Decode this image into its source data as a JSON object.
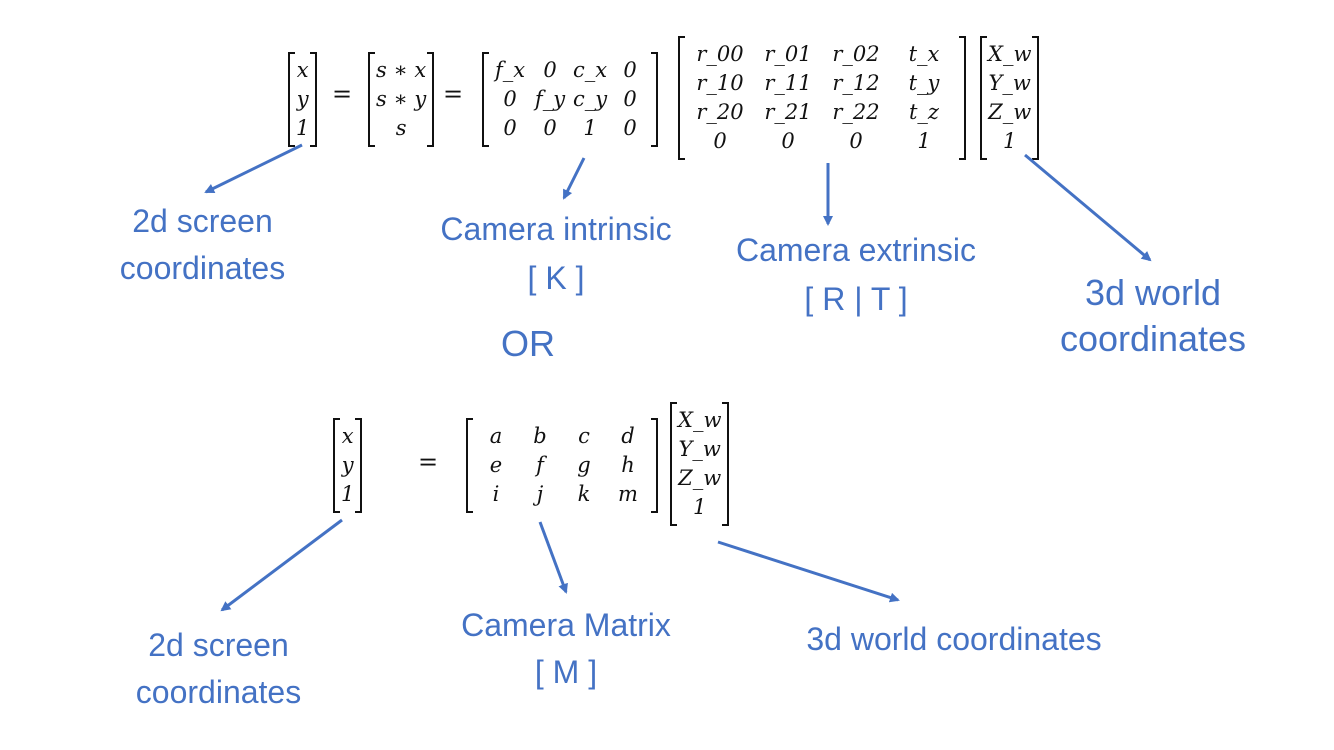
{
  "eq1": {
    "lhs": [
      "x",
      "y",
      "1"
    ],
    "homog": [
      "s ∗ x",
      "s ∗ y",
      "s"
    ],
    "intrinsic": [
      [
        "f_x",
        "0",
        "c_x",
        "0"
      ],
      [
        "0",
        "f_y",
        "c_y",
        "0"
      ],
      [
        "0",
        "0",
        "1",
        "0"
      ]
    ],
    "extrinsic": [
      [
        "r_00",
        "r_01",
        "r_02",
        "t_x"
      ],
      [
        "r_10",
        "r_11",
        "r_12",
        "t_y"
      ],
      [
        "r_20",
        "r_21",
        "r_22",
        "t_z"
      ],
      [
        "0",
        "0",
        "0",
        "1"
      ]
    ],
    "world": [
      "X_w",
      "Y_w",
      "Z_w",
      "1"
    ],
    "equals": "="
  },
  "eq2": {
    "lhs": [
      "x",
      "y",
      "1"
    ],
    "camera": [
      [
        "a",
        "b",
        "c",
        "d"
      ],
      [
        "e",
        "f",
        "g",
        "h"
      ],
      [
        "i",
        "j",
        "k",
        "m"
      ]
    ],
    "world": [
      "X_w",
      "Y_w",
      "Z_w",
      "1"
    ],
    "equals": "="
  },
  "labels": {
    "screen1_line1": "2d screen",
    "screen1_line2": "coordinates",
    "intrinsic_line1": "Camera intrinsic",
    "intrinsic_line2": "[ K ]",
    "extrinsic_line1": "Camera extrinsic",
    "extrinsic_line2": "[ R | T ]",
    "world1_line1": "3d world",
    "world1_line2": "coordinates",
    "or": "OR",
    "screen2_line1": "2d screen",
    "screen2_line2": "coordinates",
    "camera_line1": "Camera Matrix",
    "camera_line2": "[ M ]",
    "world2": "3d world coordinates"
  },
  "colors": {
    "accent": "#4472c4",
    "text": "#111111"
  }
}
